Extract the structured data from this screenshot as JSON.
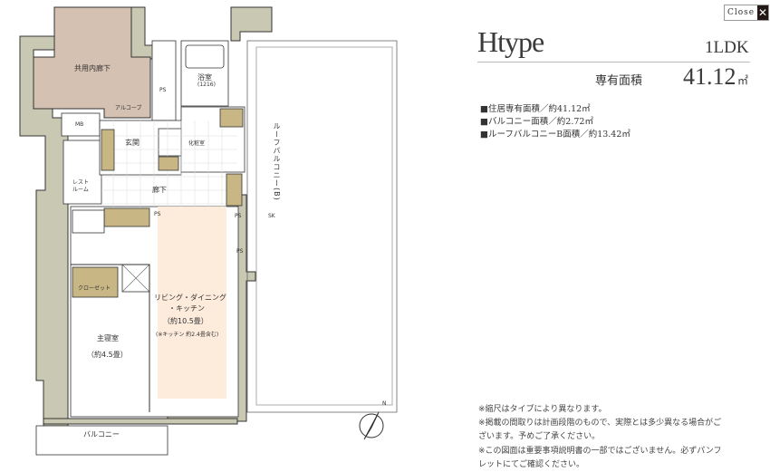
{
  "close_button": {
    "label": "Close",
    "icon": "close-x-icon"
  },
  "unit": {
    "type_name": "Htype",
    "layout": "1LDK",
    "area_label": "専有面積",
    "area_value": "41.12",
    "area_unit": "㎡"
  },
  "specs": [
    "■住居専有面積／約41.12㎡",
    "■バルコニー面積／約2.72㎡",
    "■ルーフバルコニーB面積／約13.42㎡"
  ],
  "notes": [
    "※縮尺はタイプにより異なります。",
    "※掲載の間取りは計画段階のもので、実際とは多少異なる場合がご",
    "ざいます。予めご了承ください。",
    "※この図面は重要事項説明書の一部ではございません。必ずパンフ",
    "レットにてご確認ください。"
  ],
  "plan_labels": {
    "corridor": "共用内廊下",
    "ps1": "PS",
    "bath": "浴室",
    "bath_size": "(1216)",
    "alcove": "アルコーブ",
    "mb": "MB",
    "entrance": "玄関",
    "washroom": "化粧室",
    "restroom_1": "レスト",
    "restroom_2": "ルーム",
    "hall": "廊下",
    "ps2": "PS",
    "ps3": "PS",
    "sk": "SK",
    "ps4": "PS",
    "closet": "クローゼット",
    "ldk_1": "リビング・ダイニング",
    "ldk_2": "・キッチン",
    "ldk_3": "（約10.5畳）",
    "ldk_4": "(※キッチン 約2.4畳含む)",
    "bedroom": "主寝室",
    "bedroom_size": "（約4.5畳）",
    "balcony": "バルコニー",
    "roof_balcony": "ルーフバルコニー(B)",
    "north": "N"
  },
  "colors": {
    "wall": "#c9c8b3",
    "corridor": "#d5c1b1",
    "closet": "#c8b784",
    "ldk": "#fdebdc",
    "highlight_unit": "#c8b784"
  }
}
